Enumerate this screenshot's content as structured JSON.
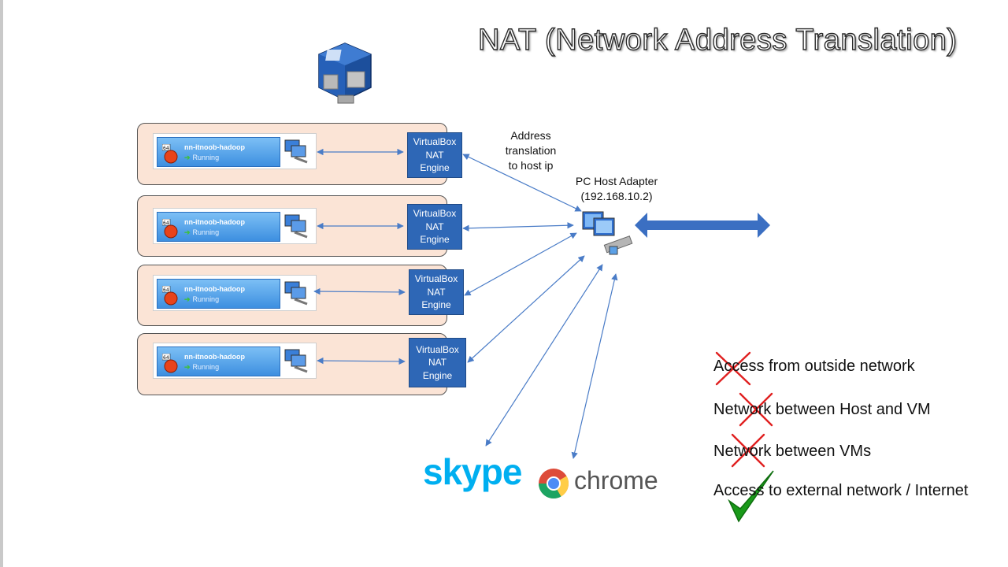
{
  "title": "NAT (Network Address Translation)",
  "vms": [
    {
      "name": "nn-itnoob-hadoop",
      "status": "Running",
      "engine": [
        "VirtualBox",
        "NAT",
        "Engine"
      ]
    },
    {
      "name": "nn-itnoob-hadoop",
      "status": "Running",
      "engine": [
        "VirtualBox",
        "NAT",
        "Engine"
      ]
    },
    {
      "name": "nn-itnoob-hadoop",
      "status": "Running",
      "engine": [
        "VirtualBox",
        "NAT",
        "Engine"
      ]
    },
    {
      "name": "nn-itnoob-hadoop",
      "status": "Running",
      "engine": [
        "VirtualBox",
        "NAT",
        "Engine"
      ]
    }
  ],
  "address_translation": [
    "Address",
    "translation",
    "to host ip"
  ],
  "host_adapter": {
    "label": "PC Host Adapter",
    "ip": "(192.168.10.2)"
  },
  "apps": {
    "skype": "skype",
    "chrome": "chrome"
  },
  "features": [
    {
      "text": "Access from outside network",
      "supported": false
    },
    {
      "text": "Network between Host and VM",
      "supported": false
    },
    {
      "text": "Network between VMs",
      "supported": false
    },
    {
      "text": "Access to external network / Internet",
      "supported": true
    }
  ],
  "colors": {
    "nat_engine": "#2e67b6",
    "vm_row": "#fbe4d6",
    "arrow": "#4a7cc7",
    "cross": "#e02020",
    "check": "#1a9a1a",
    "skype": "#00aff0"
  }
}
